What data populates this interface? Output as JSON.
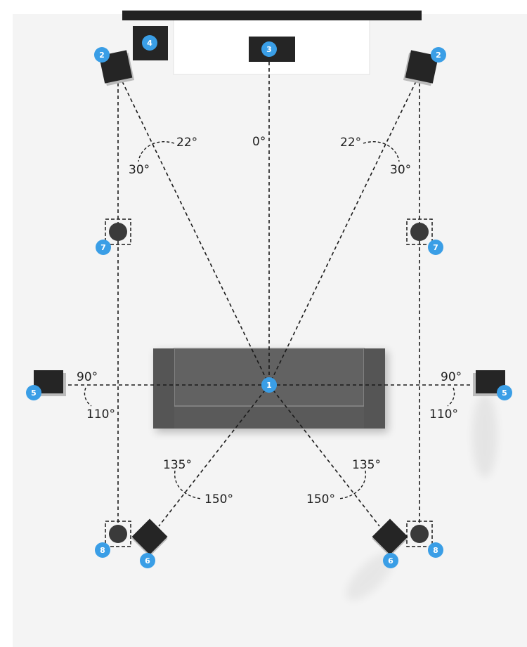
{
  "colors": {
    "floor": "#f4f4f4",
    "screen_bar": "#222222",
    "speaker": "#252525",
    "sofa": "#5a5a5a",
    "badge": "#3a9ee6",
    "line": "#1a1a1a"
  },
  "badges": {
    "listener": "1",
    "front_left": "2",
    "front_right": "2",
    "center": "3",
    "subwoofer": "4",
    "surround_left": "5",
    "surround_right": "5",
    "rear_left": "6",
    "rear_right": "6",
    "height_front_left": "7",
    "height_front_right": "7",
    "height_rear_left": "8",
    "height_rear_right": "8"
  },
  "angles": {
    "center": "0°",
    "front_left_min": "22°",
    "front_left_max": "30°",
    "front_right_min": "22°",
    "front_right_max": "30°",
    "side_left_min": "90°",
    "side_left_max": "110°",
    "side_right_min": "90°",
    "side_right_max": "110°",
    "rear_left_min": "135°",
    "rear_left_max": "150°",
    "rear_right_min": "135°",
    "rear_right_max": "150°"
  },
  "icons": {
    "speaker": "square-speaker-icon",
    "ceiling_speaker": "round-ceiling-speaker-icon",
    "sofa": "sofa-icon"
  }
}
